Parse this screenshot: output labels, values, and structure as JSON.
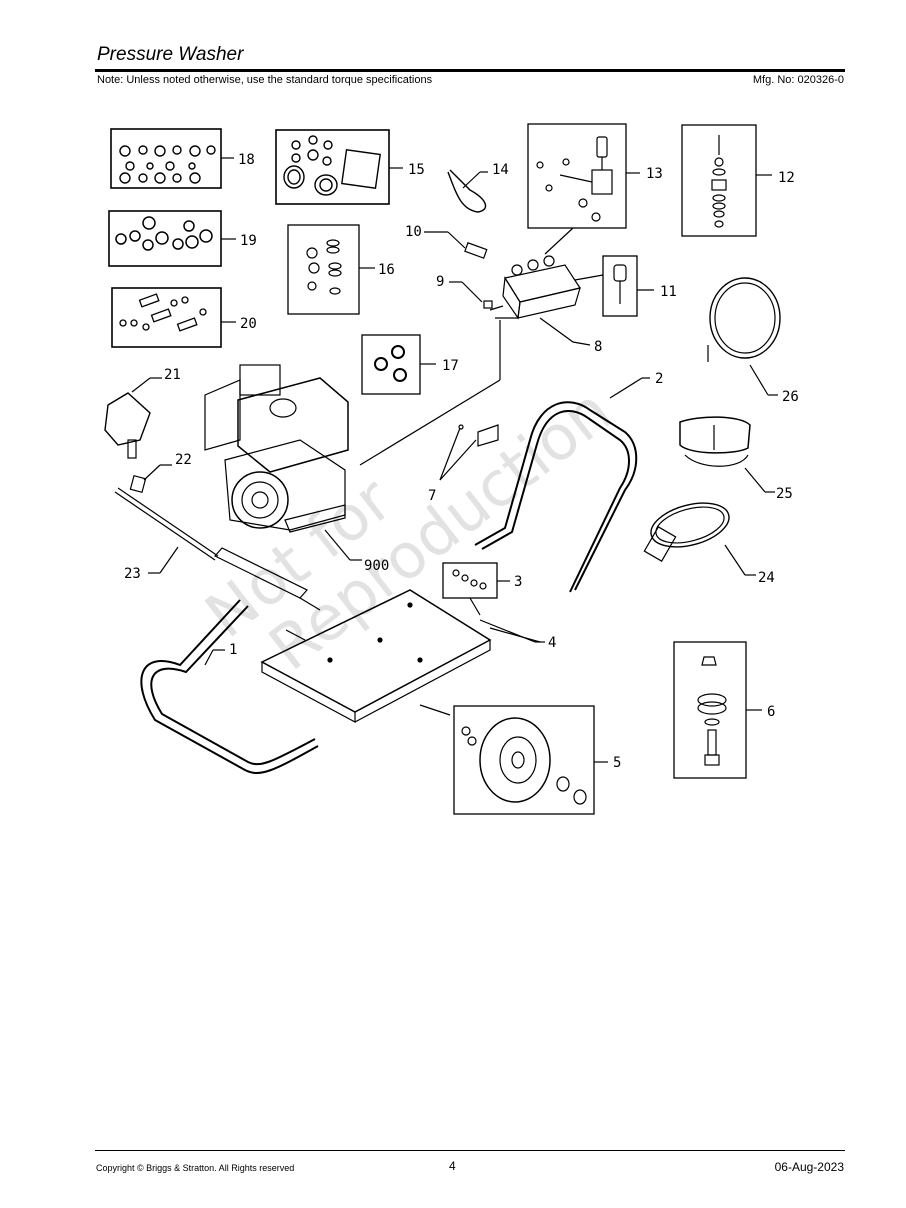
{
  "header": {
    "title": "Pressure Washer",
    "note": "Note: Unless noted otherwise, use the standard torque specifications",
    "mfg_no": "Mfg. No: 020326-0"
  },
  "watermark": {
    "line1": "Not for",
    "line2": "Reproduction"
  },
  "callouts": {
    "c1": "1",
    "c2": "2",
    "c3": "3",
    "c4": "4",
    "c5": "5",
    "c6": "6",
    "c7": "7",
    "c8": "8",
    "c9": "9",
    "c10": "10",
    "c11": "11",
    "c12": "12",
    "c13": "13",
    "c14": "14",
    "c15": "15",
    "c16": "16",
    "c17": "17",
    "c18": "18",
    "c19": "19",
    "c20": "20",
    "c21": "21",
    "c22": "22",
    "c23": "23",
    "c24": "24",
    "c25": "25",
    "c26": "26",
    "c900": "900"
  },
  "footer": {
    "copyright": "Copyright ©  Briggs & Stratton. All Rights reserved",
    "page_number": "4",
    "date": "06-Aug-2023"
  }
}
